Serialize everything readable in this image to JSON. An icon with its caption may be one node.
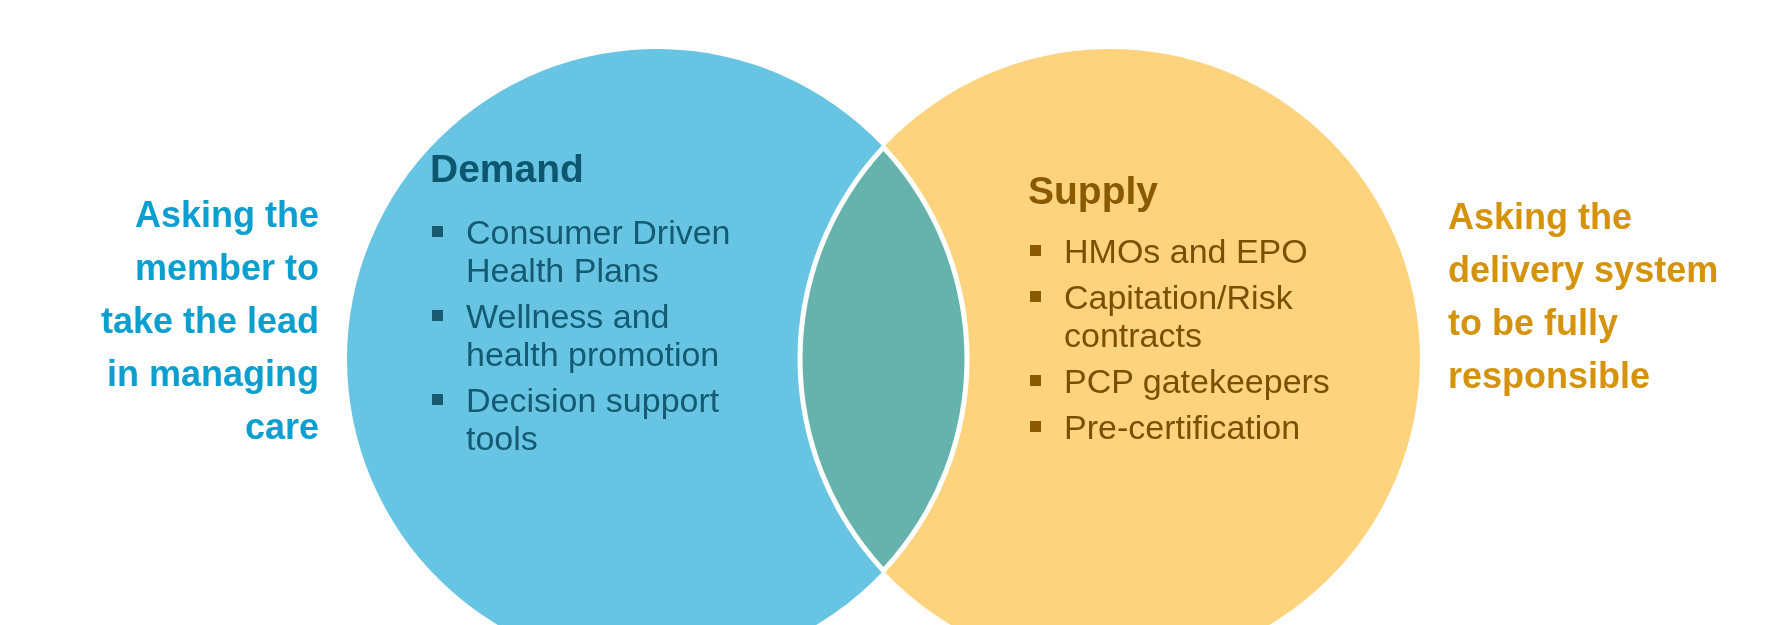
{
  "diagram": {
    "nodes": [
      {
        "text": [
          "Demand",
          "Consumer Driven Health Plans",
          "Wellness and health promotion",
          "Decision support tools"
        ],
        "beside": [
          "Asking the member to take the lead in managing care"
        ]
      },
      {
        "text": [
          "Supply",
          "HMOs and EPO",
          "Capitation/Risk contracts",
          "PCP gatekeepers",
          "Pre-certification"
        ],
        "beside": [
          "Asking the delivery system to be fully responsible"
        ]
      },
      {
        "text": [],
        "shape": "lens"
      }
    ]
  }
}
